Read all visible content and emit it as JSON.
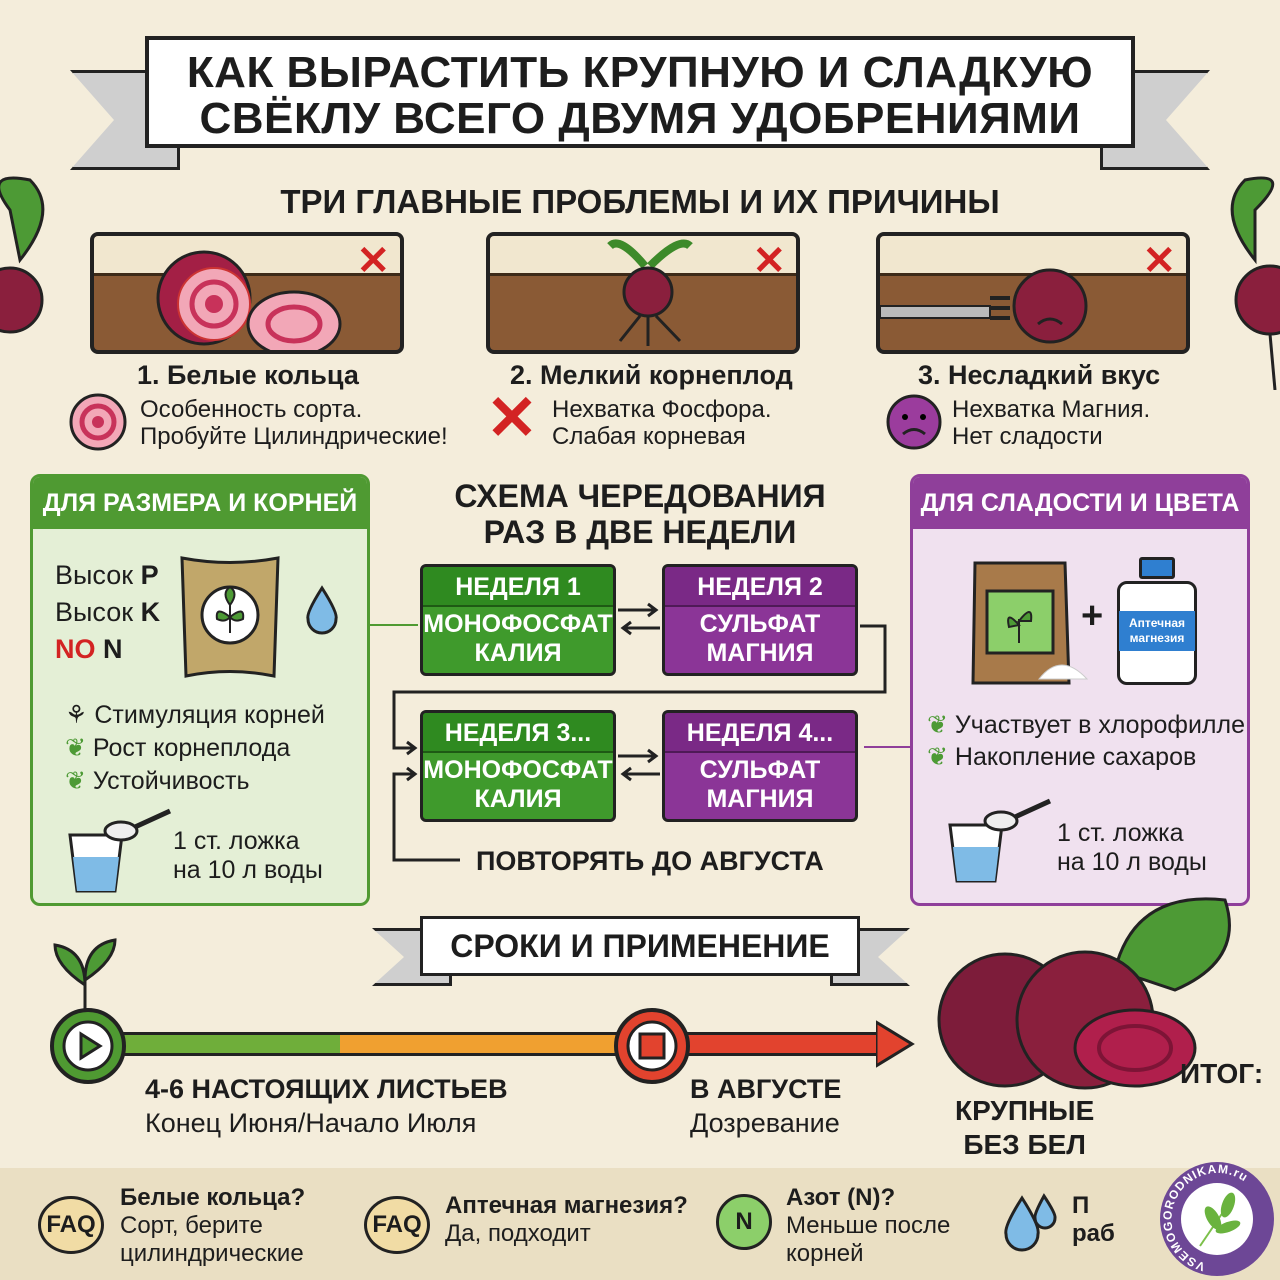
{
  "title": {
    "line1": "КАК ВЫРАСТИТЬ КРУПНУЮ И СЛАДКУЮ",
    "line2": "СВЁКЛУ ВСЕГО ДВУМЯ УДОБРЕНИЯМИ"
  },
  "problems": {
    "heading": "ТРИ ГЛАВНЫЕ ПРОБЛЕМЫ И ИХ ПРИЧИНЫ",
    "items": [
      {
        "title": "1. Белые кольца",
        "line1": "Особенность сорта.",
        "line2": "Пробуйте Цилиндрические!",
        "icon": "beet-rings-icon"
      },
      {
        "title": "2. Мелкий корнеплод",
        "line1": "Нехватка Фосфора.",
        "line2": "Слабая корневая",
        "icon": "red-x-icon"
      },
      {
        "title": "3. Несладкий вкус",
        "line1": "Нехватка Магния.",
        "line2": "Нет сладости",
        "icon": "sad-face-icon"
      }
    ]
  },
  "left_panel": {
    "header": "ДЛЯ РАЗМЕРА И КОРНЕЙ",
    "high": "Высок",
    "p": "P",
    "k": "K",
    "no": "NO",
    "n": "N",
    "benefits": [
      "Стимуляция корней",
      "Рост корнеплода",
      "Устойчивость"
    ],
    "dose1": "1 ст. ложка",
    "dose2": "на 10 л воды",
    "color": "#4f9a32"
  },
  "scheme": {
    "title1": "СХЕМА ЧЕРЕДОВАНИЯ",
    "title2": "РАЗ В ДВЕ НЕДЕЛИ",
    "weeks": [
      {
        "label": "НЕДЕЛЯ 1",
        "l1": "МОНОФОСФАТ",
        "l2": "КАЛИЯ"
      },
      {
        "label": "НЕДЕЛЯ 2",
        "l1": "СУЛЬФАТ",
        "l2": "МАГНИЯ"
      },
      {
        "label": "НЕДЕЛЯ 3...",
        "l1": "МОНОФОСФАТ",
        "l2": "КАЛИЯ"
      },
      {
        "label": "НЕДЕЛЯ 4...",
        "l1": "СУЛЬФАТ",
        "l2": "МАГНИЯ"
      }
    ],
    "repeat": "ПОВТОРЯТЬ ДО АВГУСТА"
  },
  "right_panel": {
    "header": "ДЛЯ СЛАДОСТИ И ЦВЕТА",
    "bottle1": "Аптечная",
    "bottle2": "магнезия",
    "plus": "+",
    "benefits": [
      "Участвует в хлорофилле",
      "Накопление сахаров"
    ],
    "dose1": "1 ст. ложка",
    "dose2": "на 10 л воды",
    "color": "#8f3f9a"
  },
  "timeline": {
    "heading": "СРОКИ И ПРИМЕНЕНИЕ",
    "start_title": "4-6 НАСТОЯЩИХ ЛИСТЬЕВ",
    "start_sub": "Конец Июня/Начало Июля",
    "end_title": "В АВГУСТЕ",
    "end_sub": "Дозревание"
  },
  "result": {
    "label": "ИТОГ:",
    "line1": "КРУПНЫЕ",
    "line2": "БЕЗ БЕЛ"
  },
  "faq": [
    {
      "badge": "FAQ",
      "q": "Белые кольца?",
      "a1": "Сорт, берите",
      "a2": "цилиндрические"
    },
    {
      "badge": "FAQ",
      "q": "Аптечная магнезия?",
      "a1": "Да, подходит",
      "a2": ""
    },
    {
      "badge": "N",
      "q": "Азот (N)?",
      "a1": "Меньше после",
      "a2": "корней"
    },
    {
      "badge": "",
      "q": "П",
      "a1": "раб",
      "a2": ""
    }
  ],
  "watermark": "VSEMOGORODNIKAM.ru"
}
